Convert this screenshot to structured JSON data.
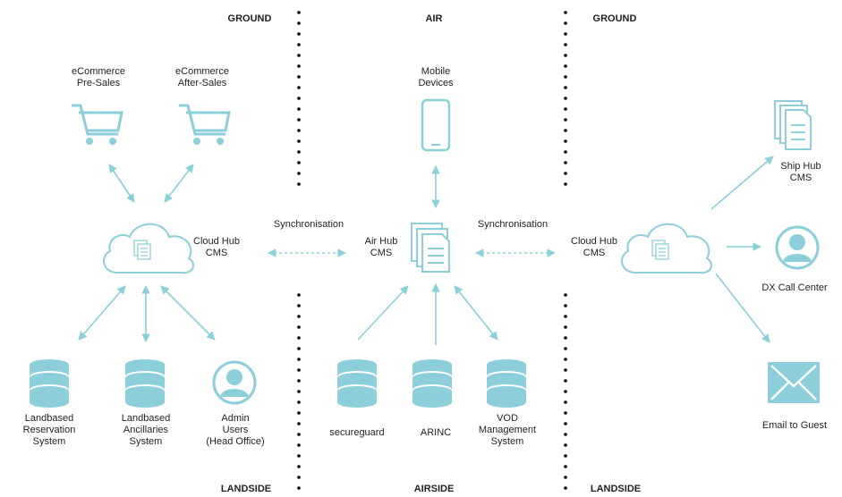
{
  "zones": {
    "top_left": "GROUND",
    "top_mid": "AIR",
    "top_right": "GROUND",
    "bottom_left": "LANDSIDE",
    "bottom_mid": "AIRSIDE",
    "bottom_right": "LANDSIDE"
  },
  "nodes": {
    "ecom_pre": "eCommerce\nPre-Sales",
    "ecom_after": "eCommerce\nAfter-Sales",
    "cloud_hub_left": "Cloud Hub\nCMS",
    "res_system": "Landbased\nReservation\nSystem",
    "anc_system": "Landbased\nAncillaries\nSystem",
    "admin_users": "Admin\nUsers\n(Head Office)",
    "mobile": "Mobile\nDevices",
    "air_hub": "Air Hub\nCMS",
    "secureguard": "secureguard",
    "arinc": "ARINC",
    "vod": "VOD\nManagement\nSystem",
    "cloud_hub_right": "Cloud Hub\nCMS",
    "ship_hub": "Ship Hub\nCMS",
    "dx_call": "DX Call Center",
    "email_guest": "Email to Guest"
  },
  "links": {
    "sync_left": "Synchronisation",
    "sync_right": "Synchronisation"
  },
  "colors": {
    "accent": "#8ccfda",
    "divider": "#000000"
  }
}
